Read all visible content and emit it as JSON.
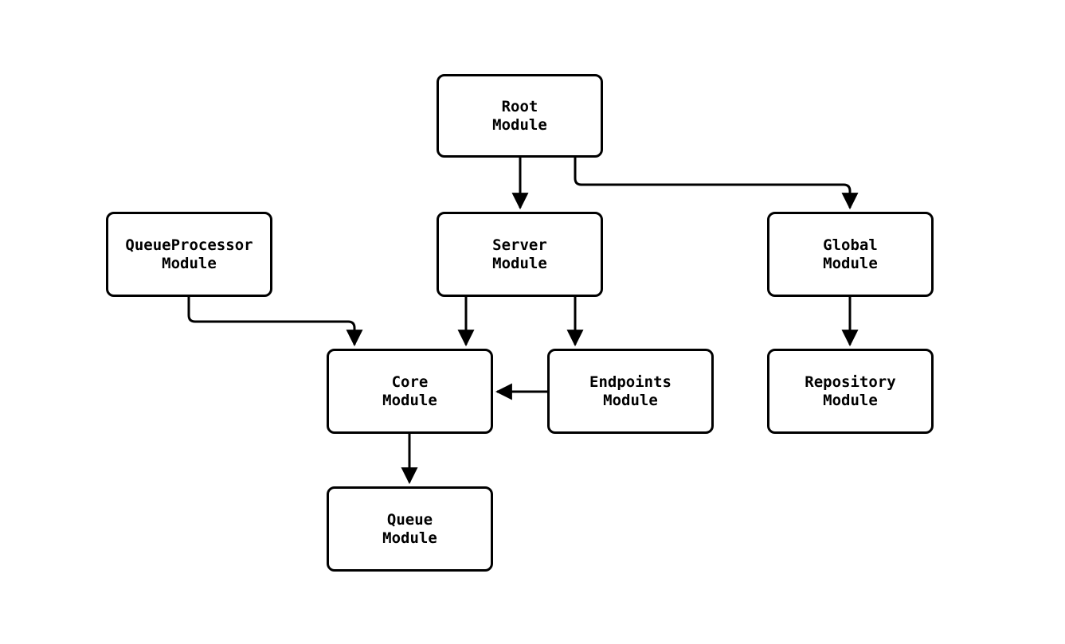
{
  "diagram": {
    "type": "module-dependency-flowchart",
    "colors": {
      "background": "#ffffff",
      "node_fill": "#ffffff",
      "node_border": "#000000",
      "edge_stroke": "#000000",
      "text": "#000000"
    },
    "nodes": [
      {
        "id": "root",
        "line1": "Root",
        "line2": "Module"
      },
      {
        "id": "queueprocessor",
        "line1": "QueueProcessor",
        "line2": "Module"
      },
      {
        "id": "server",
        "line1": "Server",
        "line2": "Module"
      },
      {
        "id": "global",
        "line1": "Global",
        "line2": "Module"
      },
      {
        "id": "core",
        "line1": "Core",
        "line2": "Module"
      },
      {
        "id": "endpoints",
        "line1": "Endpoints",
        "line2": "Module"
      },
      {
        "id": "repository",
        "line1": "Repository",
        "line2": "Module"
      },
      {
        "id": "queue",
        "line1": "Queue",
        "line2": "Module"
      }
    ],
    "edges": [
      {
        "from": "Root Module",
        "to": "Server Module",
        "style": "arrow"
      },
      {
        "from": "Root Module",
        "to": "Global Module",
        "style": "arrow"
      },
      {
        "from": "QueueProcessor Module",
        "to": "Core Module",
        "style": "arrow"
      },
      {
        "from": "Server Module",
        "to": "Core Module",
        "style": "arrow"
      },
      {
        "from": "Server Module",
        "to": "Endpoints Module",
        "style": "arrow"
      },
      {
        "from": "Endpoints Module",
        "to": "Core Module",
        "style": "arrow"
      },
      {
        "from": "Global Module",
        "to": "Repository Module",
        "style": "arrow"
      },
      {
        "from": "Core Module",
        "to": "Queue Module",
        "style": "arrow"
      }
    ]
  }
}
